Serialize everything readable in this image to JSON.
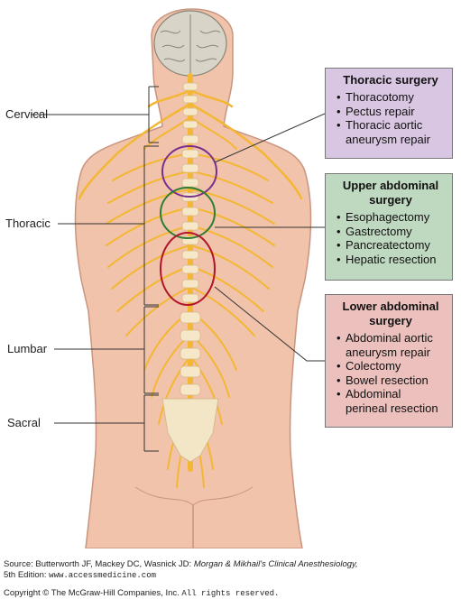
{
  "regions": {
    "cervical": "Cervical",
    "thoracic": "Thoracic",
    "lumbar": "Lumbar",
    "sacral": "Sacral"
  },
  "boxes": {
    "thoracic": {
      "title": "Thoracic surgery",
      "items": [
        "Thoracotomy",
        "Pectus repair",
        "Thoracic aortic aneurysm repair"
      ],
      "color": "#d9c6e2",
      "outline_color": "#7a2e8e"
    },
    "upper_abdominal": {
      "title": "Upper abdominal surgery",
      "items": [
        "Esophagectomy",
        "Gastrectomy",
        "Pancreatectomy",
        "Hepatic resection"
      ],
      "color": "#bfd8c0",
      "outline_color": "#2e7d32"
    },
    "lower_abdominal": {
      "title": "Lower abdominal surgery",
      "items": [
        "Abdominal aortic aneurysm repair",
        "Colectomy",
        "Bowel resection",
        "Abdominal perineal resection"
      ],
      "color": "#ecc1bd",
      "outline_color": "#b0152a"
    }
  },
  "credits": {
    "source_prefix": "Source: Butterworth JF, Mackey DC, Wasnick JD: ",
    "source_book": "Morgan & Mikhail's Clinical Anesthesiology,",
    "source_edition": "5th Edition: ",
    "source_url": "www.accessmedicine.com",
    "copyright_prefix": "Copyright © The McGraw-Hill Companies, Inc. ",
    "copyright_suffix": "All rights reserved."
  },
  "colors": {
    "skin": "#f0c3aa",
    "skin_outline": "#c99580",
    "nerve": "#f4b733",
    "brain": "#d8d4c8"
  }
}
